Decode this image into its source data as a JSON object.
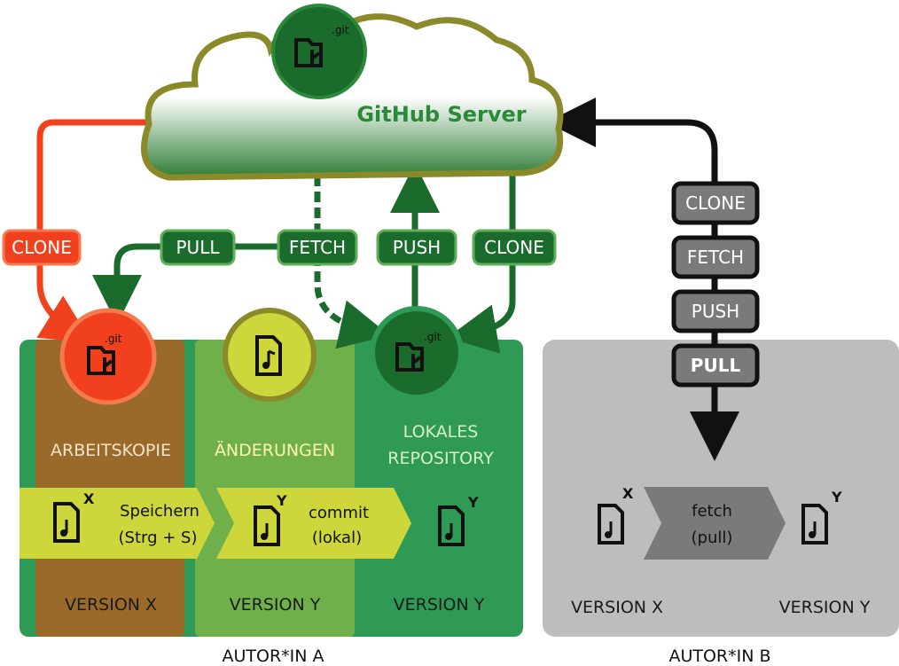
{
  "server": {
    "title": "GitHub Server",
    "git_badge": ".git"
  },
  "author_a": {
    "label": "AUTOR*IN A",
    "arbeitskopie": {
      "title": "ARBEITSKOPIE",
      "version": "VERSION X",
      "git_badge": ".git"
    },
    "aenderungen": {
      "title": "ÄNDERUNGEN",
      "version": "VERSION Y"
    },
    "lokales_repo": {
      "title_line1": "LOKALES",
      "title_line2": "REPOSITORY",
      "version": "VERSION Y",
      "git_badge": ".git"
    },
    "step1": {
      "file_mark": "X",
      "line1": "Speichern",
      "line2": "(Strg + S)"
    },
    "step2": {
      "file_mark": "Y",
      "line1": "commit",
      "line2": "(lokal)"
    },
    "step3": {
      "file_mark": "Y"
    }
  },
  "author_b": {
    "label": "AUTOR*IN B",
    "version_x": "VERSION X",
    "version_y": "VERSION Y",
    "file_x_mark": "X",
    "file_y_mark": "Y",
    "fetch_line1": "fetch",
    "fetch_line2": "(pull)"
  },
  "actions": {
    "clone_red": "CLONE",
    "pull": "PULL",
    "fetch": "FETCH",
    "push": "PUSH",
    "clone_green": "CLONE"
  },
  "author_b_actions": [
    "CLONE",
    "FETCH",
    "PUSH",
    "PULL"
  ],
  "colors": {
    "green_dark": "#1b6b2c",
    "green_panel": "#2e9a55",
    "green_light": "#6fb04a",
    "brown": "#9a6a2a",
    "yellow_arrow": "#cdd63a",
    "red": "#f0401e",
    "olive": "#8a8a2a",
    "gray_panel": "#bdbdbd",
    "gray_btn": "#7a7a7a"
  }
}
